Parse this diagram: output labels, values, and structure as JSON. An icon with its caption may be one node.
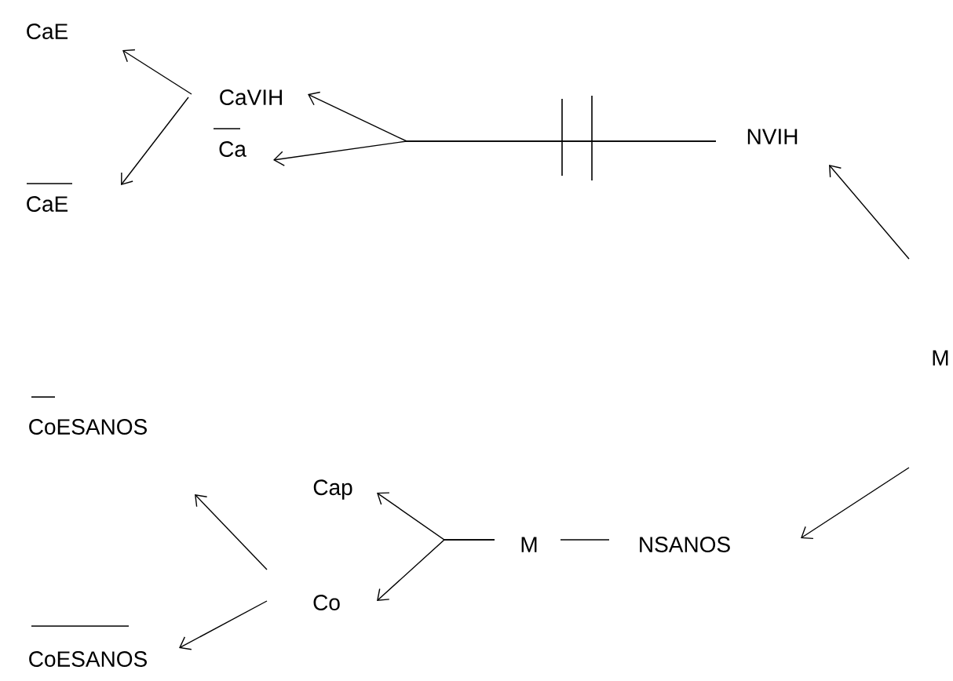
{
  "diagram": {
    "nodes": [
      {
        "text": [
          "CaE"
        ]
      },
      {
        "text": [
          "CaE"
        ]
      },
      {
        "text": [
          "CaVIH"
        ]
      },
      {
        "text": [
          "Ca"
        ]
      },
      {
        "text": [
          "NVIH"
        ]
      },
      {
        "text": [
          "M"
        ]
      },
      {
        "text": [
          "NSANOS"
        ]
      },
      {
        "text": [
          "M"
        ]
      },
      {
        "text": [
          "Cap"
        ]
      },
      {
        "text": [
          "Co"
        ]
      },
      {
        "text": [
          "CoESANOS"
        ]
      },
      {
        "text": [
          "CoESANOS"
        ]
      }
    ],
    "edges": [
      {
        "from": 2,
        "to": 0,
        "arrow": "to"
      },
      {
        "from": 2,
        "to": 1,
        "arrow": "to"
      },
      {
        "from": 4,
        "to": 2,
        "arrow": "to"
      },
      {
        "from": 4,
        "to": 3,
        "arrow": "to"
      },
      {
        "from": 5,
        "to": 4,
        "arrow": "to"
      },
      {
        "from": 5,
        "to": 6,
        "arrow": "to"
      },
      {
        "from": 6,
        "to": 7,
        "arrow": "none"
      },
      {
        "from": 7,
        "to": 8,
        "arrow": "to"
      },
      {
        "from": 7,
        "to": 9,
        "arrow": "to"
      },
      {
        "from": 9,
        "to": 10,
        "arrow": "to"
      },
      {
        "from": 9,
        "to": 11,
        "arrow": "to"
      }
    ]
  }
}
